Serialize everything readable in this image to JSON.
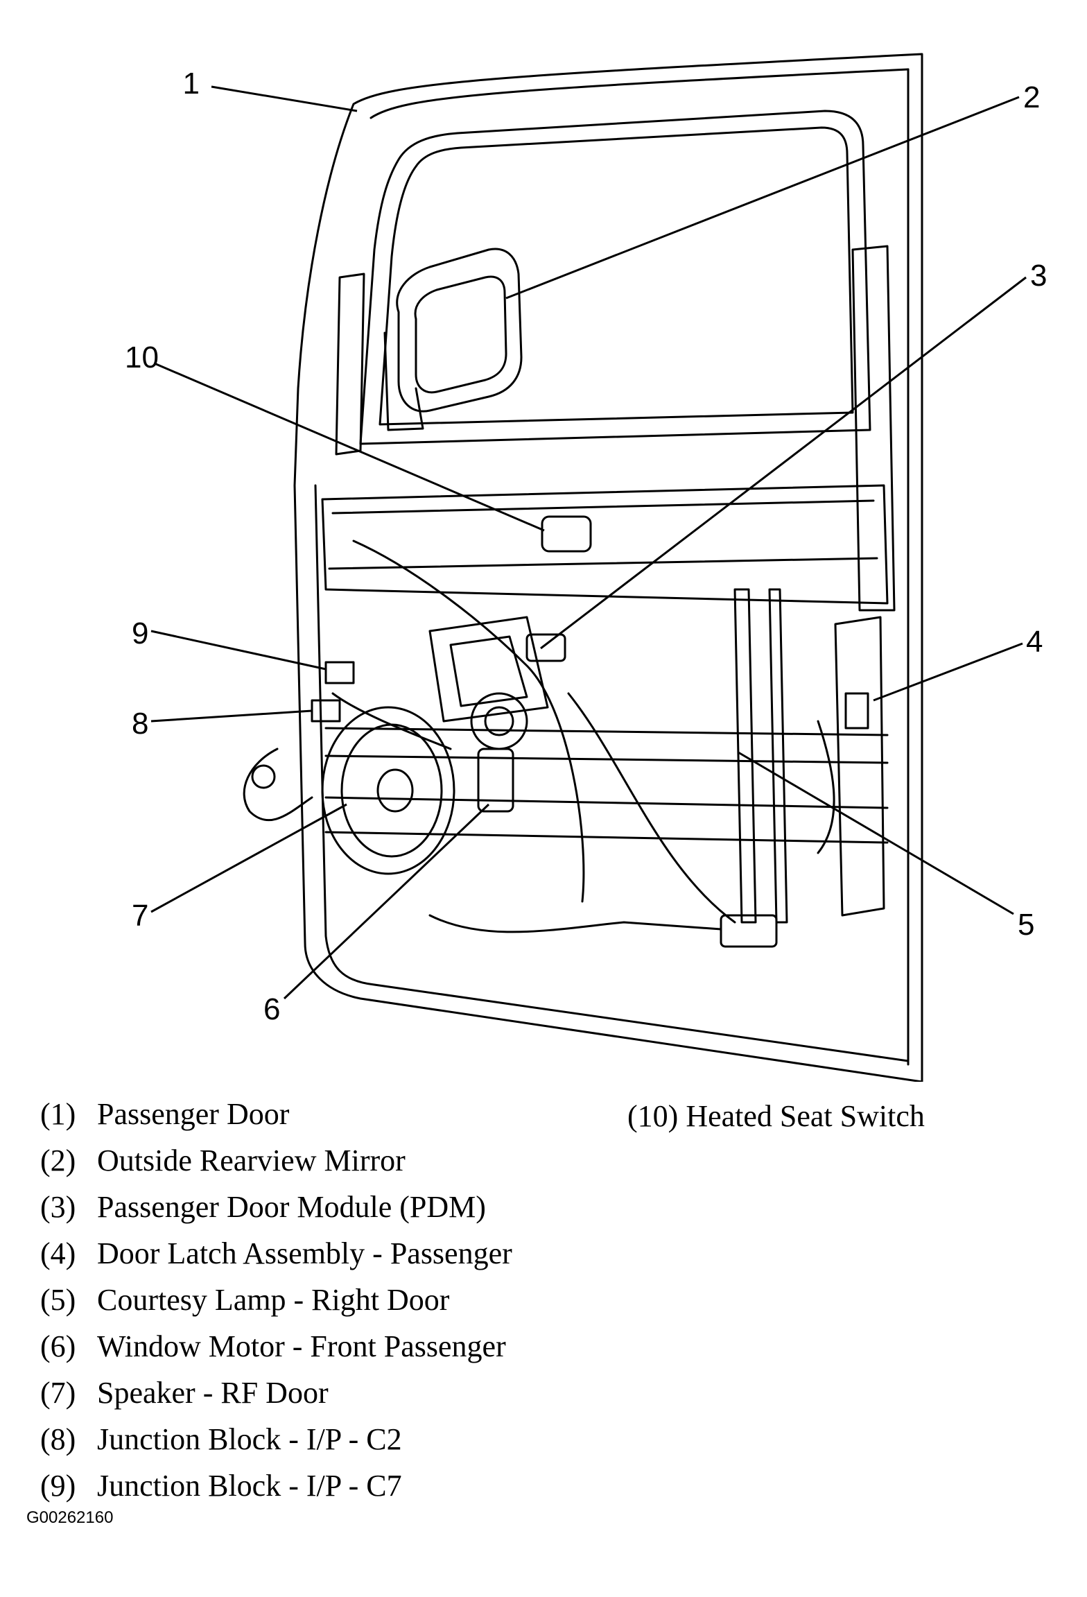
{
  "callouts": [
    "1",
    "2",
    "3",
    "4",
    "5",
    "6",
    "7",
    "8",
    "9",
    "10"
  ],
  "legend": [
    {
      "num": "(1)",
      "label": "Passenger Door"
    },
    {
      "num": "(2)",
      "label": "Outside Rearview Mirror"
    },
    {
      "num": "(3)",
      "label": "Passenger Door Module (PDM)"
    },
    {
      "num": "(4)",
      "label": "Door Latch Assembly - Passenger"
    },
    {
      "num": "(5)",
      "label": "Courtesy Lamp - Right Door"
    },
    {
      "num": "(6)",
      "label": "Window Motor - Front Passenger"
    },
    {
      "num": "(7)",
      "label": "Speaker - RF Door"
    },
    {
      "num": "(8)",
      "label": "Junction Block - I/P - C2"
    },
    {
      "num": "(9)",
      "label": "Junction Block - I/P - C7"
    },
    {
      "num": "(10)",
      "label": "Heated Seat Switch"
    }
  ],
  "figure_id": "G00262160"
}
